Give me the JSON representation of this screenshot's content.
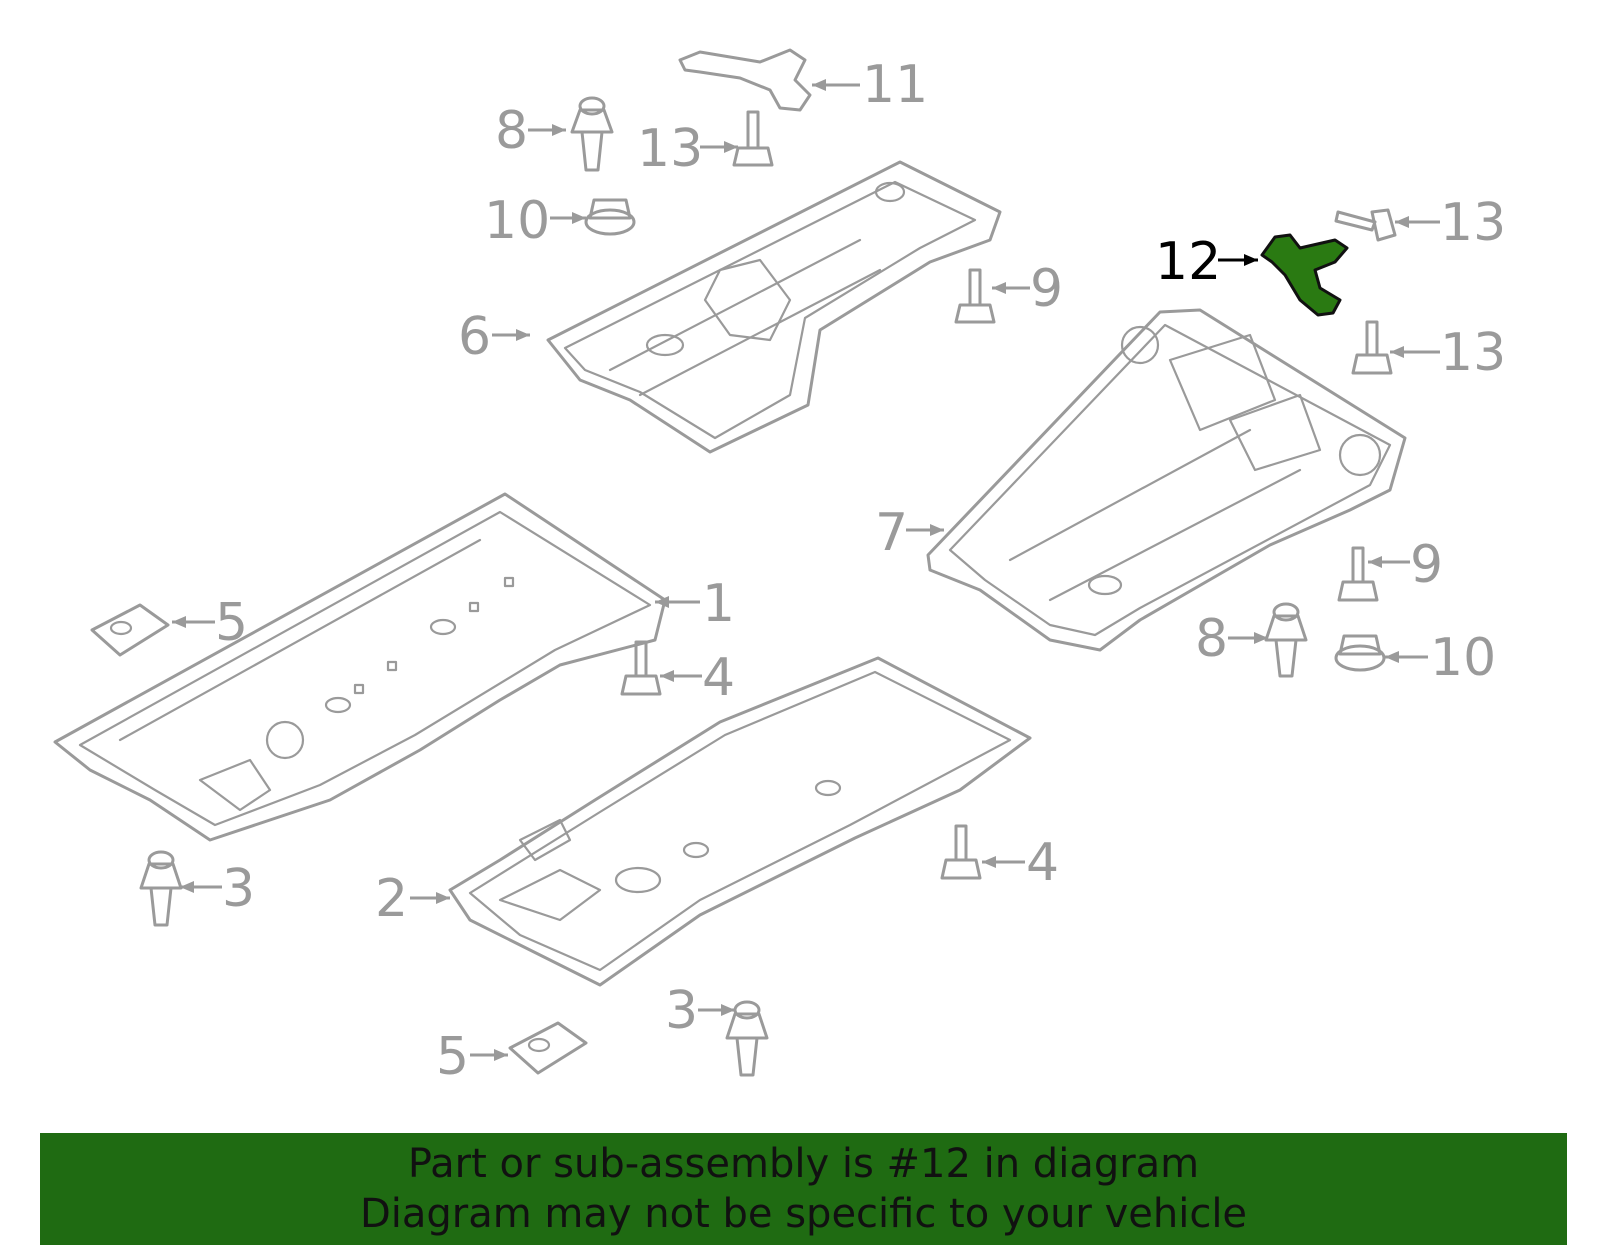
{
  "colors": {
    "line": "#9a9a9a",
    "highlight": "#2a7a12",
    "banner": "#1f6b12",
    "text_active": "#000000"
  },
  "callouts": [
    {
      "id": "1",
      "text": "1"
    },
    {
      "id": "2",
      "text": "2"
    },
    {
      "id": "3a",
      "text": "3"
    },
    {
      "id": "3b",
      "text": "3"
    },
    {
      "id": "4a",
      "text": "4"
    },
    {
      "id": "4b",
      "text": "4"
    },
    {
      "id": "5a",
      "text": "5"
    },
    {
      "id": "5b",
      "text": "5"
    },
    {
      "id": "6",
      "text": "6"
    },
    {
      "id": "7",
      "text": "7"
    },
    {
      "id": "8a",
      "text": "8"
    },
    {
      "id": "8b",
      "text": "8"
    },
    {
      "id": "9a",
      "text": "9"
    },
    {
      "id": "9b",
      "text": "9"
    },
    {
      "id": "10a",
      "text": "10"
    },
    {
      "id": "10b",
      "text": "10"
    },
    {
      "id": "11",
      "text": "11"
    },
    {
      "id": "12",
      "text": "12"
    },
    {
      "id": "13a",
      "text": "13"
    },
    {
      "id": "13b",
      "text": "13"
    },
    {
      "id": "13c",
      "text": "13"
    }
  ],
  "highlighted_part": "12",
  "banner": {
    "line1": "Part or sub-assembly is #12 in diagram",
    "line2": "Diagram may not be specific to your vehicle"
  }
}
